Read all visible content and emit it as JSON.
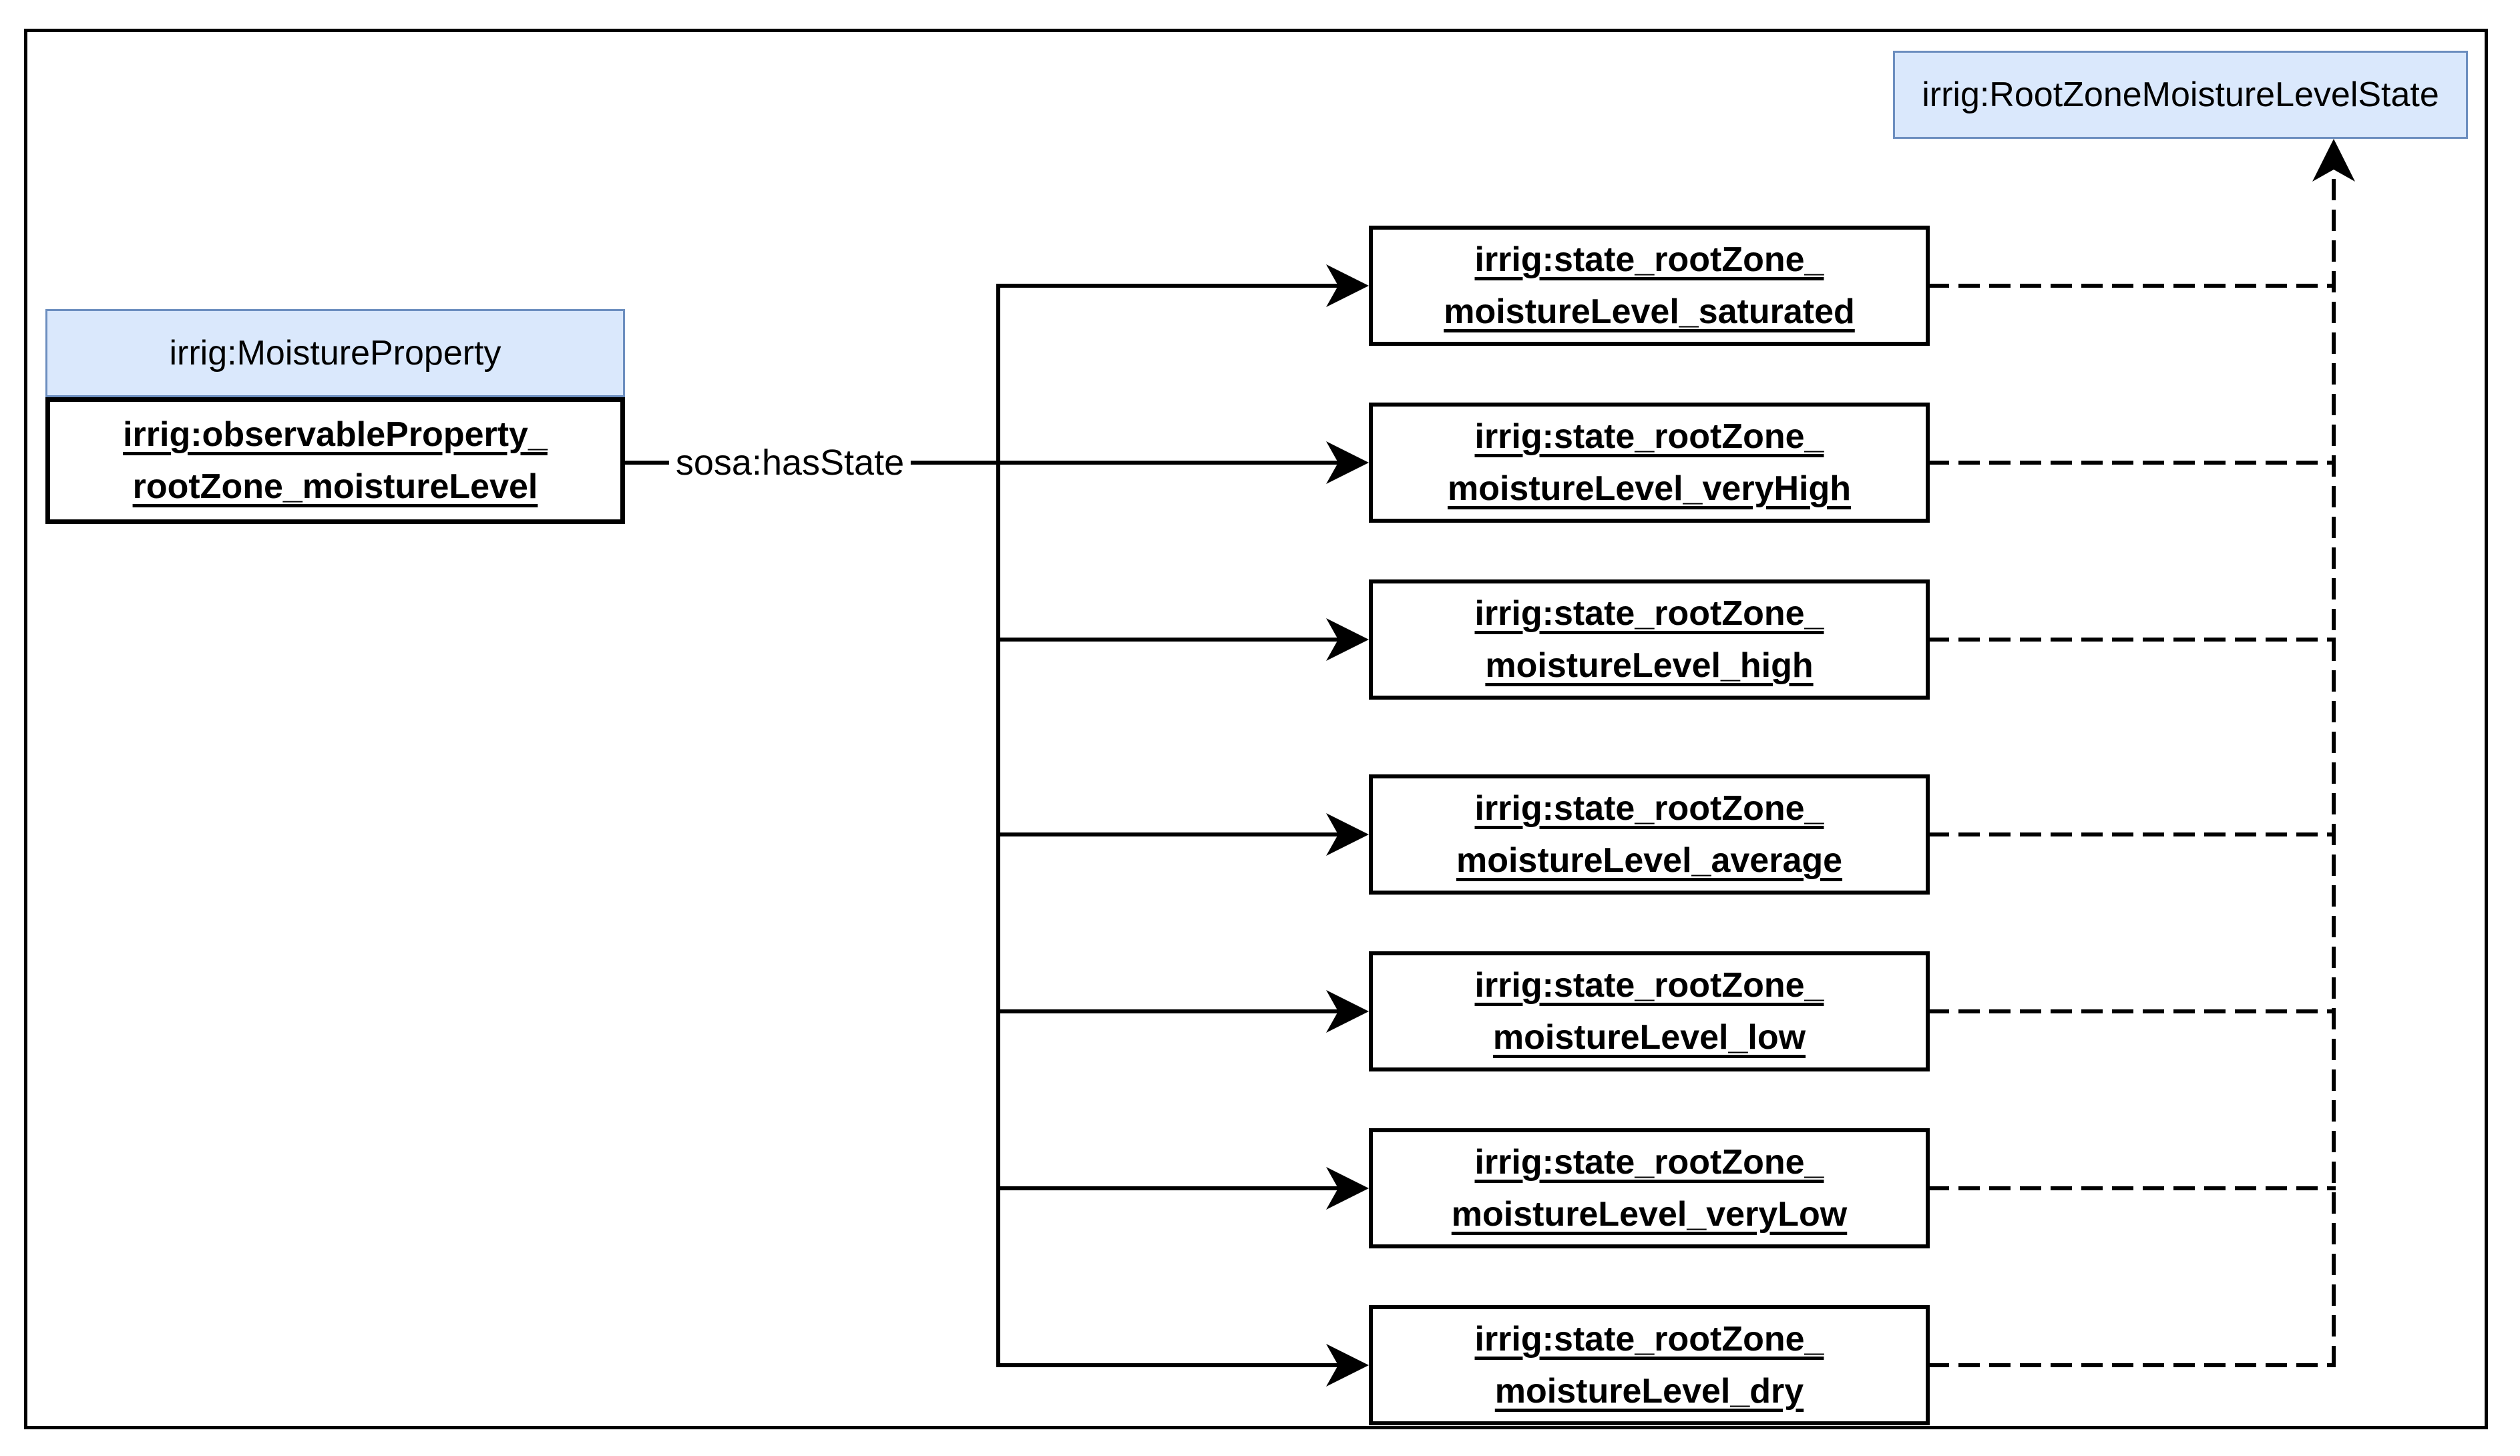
{
  "diagram": {
    "class_boxes": {
      "moisture_property": {
        "label": "irrig:MoistureProperty"
      },
      "root_zone_state": {
        "label": "irrig:RootZoneMoistureLevelState"
      }
    },
    "observable_property": {
      "line1": "irrig:observableProperty_",
      "line2": "rootZone_moistureLevel"
    },
    "edge_label": "sosa:hasState",
    "states": [
      {
        "line1": "irrig:state_rootZone_",
        "line2": "moistureLevel_saturated"
      },
      {
        "line1": "irrig:state_rootZone_",
        "line2": "moistureLevel_veryHigh"
      },
      {
        "line1": "irrig:state_rootZone_",
        "line2": "moistureLevel_high"
      },
      {
        "line1": "irrig:state_rootZone_",
        "line2": "moistureLevel_average"
      },
      {
        "line1": "irrig:state_rootZone_",
        "line2": "moistureLevel_low"
      },
      {
        "line1": "irrig:state_rootZone_",
        "line2": "moistureLevel_veryLow"
      },
      {
        "line1": "irrig:state_rootZone_",
        "line2": "moistureLevel_dry"
      }
    ],
    "colors": {
      "class_fill": "#dae8fc",
      "class_border": "#6c8ebf",
      "line": "#000000",
      "background": "#ffffff"
    }
  }
}
